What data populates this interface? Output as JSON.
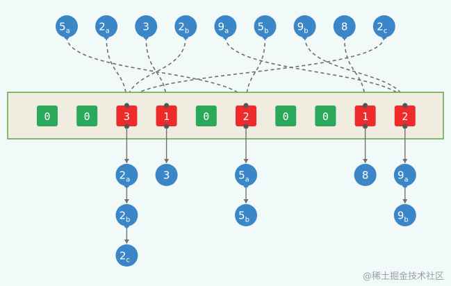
{
  "input_sequence": [
    {
      "main": "5",
      "sub": "a",
      "bucket": 5
    },
    {
      "main": "2",
      "sub": "a",
      "bucket": 2
    },
    {
      "main": "3",
      "sub": "",
      "bucket": 3
    },
    {
      "main": "2",
      "sub": "b",
      "bucket": 2
    },
    {
      "main": "9",
      "sub": "a",
      "bucket": 9
    },
    {
      "main": "5",
      "sub": "b",
      "bucket": 5
    },
    {
      "main": "9",
      "sub": "b",
      "bucket": 9
    },
    {
      "main": "8",
      "sub": "",
      "bucket": 8
    },
    {
      "main": "2",
      "sub": "c",
      "bucket": 2
    }
  ],
  "buckets": [
    "0",
    "0",
    "3",
    "1",
    "0",
    "2",
    "0",
    "0",
    "1",
    "2"
  ],
  "bucket_lists": [
    [],
    [],
    [
      {
        "main": "2",
        "sub": "a"
      },
      {
        "main": "2",
        "sub": "b"
      },
      {
        "main": "2",
        "sub": "c"
      }
    ],
    [
      {
        "main": "3",
        "sub": ""
      }
    ],
    [],
    [
      {
        "main": "5",
        "sub": "a"
      },
      {
        "main": "5",
        "sub": "b"
      }
    ],
    [],
    [],
    [
      {
        "main": "8",
        "sub": ""
      }
    ],
    [
      {
        "main": "9",
        "sub": "a"
      },
      {
        "main": "9",
        "sub": "b"
      }
    ]
  ],
  "colors": {
    "zero_cell": "#2aa85c",
    "count_cell": "#ee2b2b",
    "node": "#3a86c6",
    "frame_fill": "#f0ece0",
    "frame_border": "#6aa84f"
  },
  "watermark": "@稀土掘金技术社区"
}
